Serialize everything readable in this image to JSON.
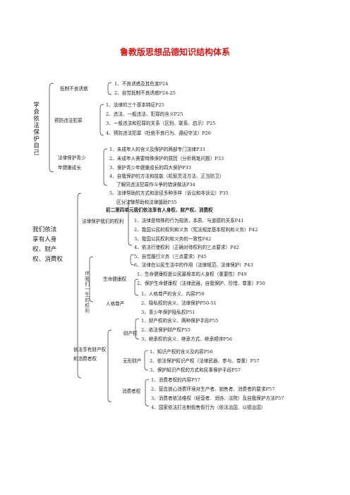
{
  "title": "鲁教版思想品德知识结构体系",
  "part1": {
    "root": "学会依法保护自己",
    "sections": [
      {
        "label": "抵制不良诱惑",
        "items": [
          "1、不良诱惑及其危害P24",
          "2、自觉抵制不良诱惑P24-25"
        ]
      },
      {
        "label": "预防违法犯罪",
        "items": [
          "1、法律的三个基本特征P25",
          "2、违法、一般违法、犯罪的含义P25",
          "3、一般违法和犯罪的关系（区别、联系、启示）P25",
          "4、预防违法犯罪（杜绝不良行为、遵纪守法）P26"
        ]
      },
      {
        "label_line1": "法律保护青少",
        "label_line2": "年健康成长",
        "items": [
          "1、未成年人的含义及保护的两部专门法律P33",
          "2、未成年人需要特殊保护的原因（分析两笔问题）P33",
          "3、保护青少年健康成长的四大保护P33",
          "4、自我保护的方法和技能（机智灵活方法、正当防卫）",
          "了解同违法犯罪作斗争的错误做法P34",
          "5、法律帮助的方式和途径多种多样（诉讼和非诉讼）P35",
          "区分法律帮助和法律援助P35"
        ]
      }
    ]
  },
  "part2": {
    "heading": "初二第四单元我们依法享有人身权、财产权、消费权",
    "root_line1": "我们依法",
    "root_line2": "享有人身",
    "root_line3": "权、财产",
    "root_line4": "权、消费权",
    "protect": {
      "label": "法律保护我们的权利",
      "items": [
        "1、法律是特殊的行为规则，本质、与道德的关系P41",
        "2、我国公民的权利和义务（宪法规定基本权利和义务）P42",
        "3、我国公民权利和义务的一致性P42",
        "4、依法行使权利（正确对待权利的三点要求）P42",
        "5、自觉履行义务（三点要求）P45",
        "6、法律在公民生活中的作用（法律规范、法律保护）P43"
      ]
    },
    "life_rights": {
      "vertical": "伴我们一生的权利",
      "health": {
        "label": "生命健康权",
        "items": [
          "1、生命健康权是公民最根本的人身权（重要性）P49",
          "2、保护生命健康权（法律武器，自我保护、珍惜、尊重）P50"
        ]
      },
      "dignity": {
        "label": "人格尊严",
        "items": [
          "1、人格尊严的含义、内容P50",
          "2、隐私权的含义、法律保护P50-51",
          "3、青少年保护隐私权P51"
        ]
      }
    },
    "property": {
      "label_line1": "依法享有财产权",
      "label_line2": "和消费者权",
      "tangible": {
        "label": "财产权",
        "items": [
          "1、财产权的含义、两种保护手段P55",
          "2、依法保护财产权P55",
          "3、继承权的含义、继承方式、继承顺序P56"
        ]
      },
      "intangible": {
        "label": "无形财产",
        "items": [
          "1、知识产权的含义及内容P56",
          "2、依法保护知识产权（法律武器、参与、尊重）P57",
          "3、保护知识产权的方式和民事保护手段P57"
        ]
      },
      "consumer": {
        "label": "消费者权",
        "items": [
          "1、消费者权的内容P57",
          "2、营造放心消费环境对生产者、销售者、消费者的要求P57",
          "3、消费者依法维权（经营者、消协、法院）及自我保护方法P57",
          "4、国家依法打击制假售假行为（依法治国、以德治国）"
        ]
      }
    }
  }
}
